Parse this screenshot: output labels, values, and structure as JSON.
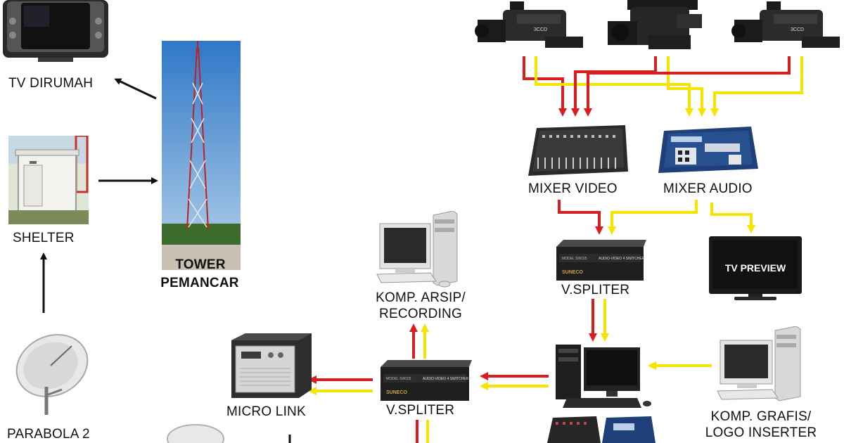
{
  "labels": {
    "tv_rumah": "TV DIRUMAH",
    "shelter": "SHELTER",
    "tower_line1": "TOWER",
    "tower_line2": "PEMANCAR",
    "parabola": "PARABOLA 2",
    "micro_link": "MICRO LINK",
    "vspliter_bottom": "V.SPLITER",
    "komp_arsip_line1": "KOMP. ARSIP/",
    "komp_arsip_line2": "RECORDING",
    "mixer_video": "MIXER VIDEO",
    "mixer_audio": "MIXER AUDIO",
    "vspliter_top": "V.SPLITER",
    "tv_preview": "TV PREVIEW",
    "komp_grafis_line1": "KOMP. GRAFIS/",
    "komp_grafis_line2": "LOGO INSERTER",
    "device_brand": "SUNECO",
    "device_model": "AUDIO-VIDEO 4 SWITCHER",
    "device_tag": "MODEL SW105"
  },
  "colors": {
    "video_signal": "#d81e1e",
    "audio_signal": "#f5e400",
    "flow_arrow": "#111111"
  }
}
